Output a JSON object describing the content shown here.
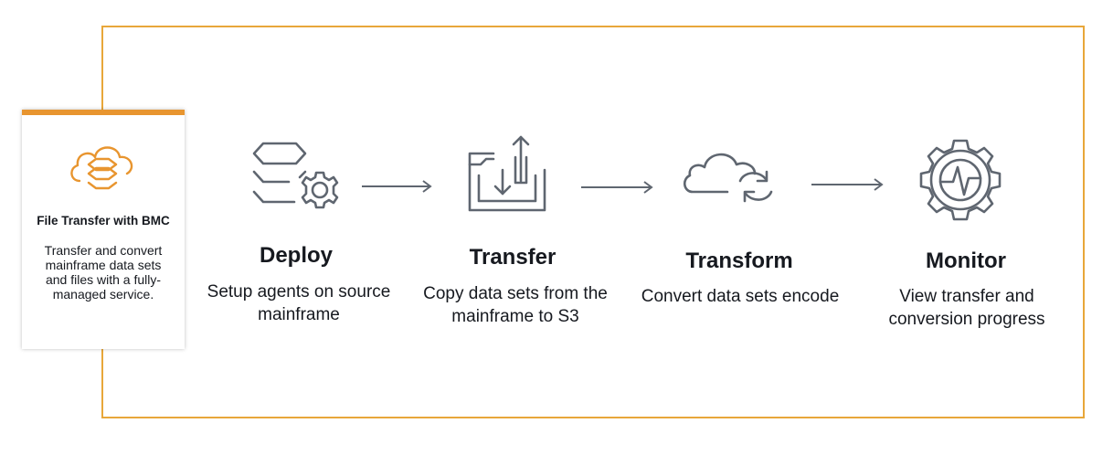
{
  "colors": {
    "accent": "#e8952f",
    "frame": "#e8a73a",
    "icon_gray": "#5f6670"
  },
  "card": {
    "icon": "cloud-layers-icon",
    "title": "File Transfer with BMC",
    "description": "Transfer and convert mainframe data sets and files with a fully-managed service."
  },
  "steps": [
    {
      "icon": "layers-gear-icon",
      "title": "Deploy",
      "description": "Setup agents on source mainframe"
    },
    {
      "icon": "folder-transfer-icon",
      "title": "Transfer",
      "description": "Copy data sets from the mainframe to S3"
    },
    {
      "icon": "cloud-sync-icon",
      "title": "Transform",
      "description": "Convert data sets encode"
    },
    {
      "icon": "gear-pulse-icon",
      "title": "Monitor",
      "description": "View transfer and conversion progress"
    }
  ]
}
